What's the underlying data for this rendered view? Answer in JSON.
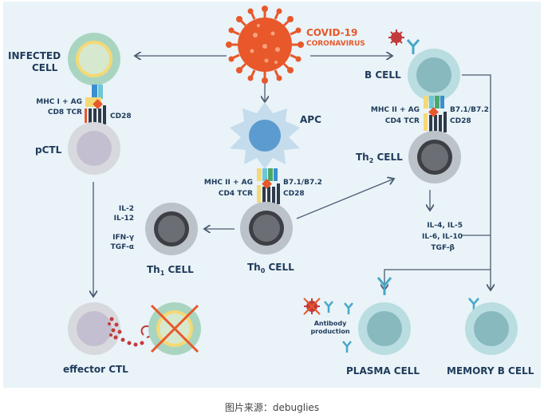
{
  "virus": {
    "title": "COVID-19",
    "subtitle": "CORONAVIRUS"
  },
  "labels": {
    "infected_cell": [
      "INFECTED",
      "CELL"
    ],
    "mhc1_ag": "MHC I + AG",
    "cd8_tcr": "CD8 TCR",
    "cd28_left": "CD28",
    "pctl": "pCTL",
    "apc": "APC",
    "mhc2_ag_center": "MHC II + AG",
    "cd4_tcr_center": "CD4 TCR",
    "b7_center": "B7.1/B7.2",
    "cd28_center": "CD28",
    "th0": "Th",
    "th0_sub": "0",
    "cell_suffix": " CELL",
    "th1": "Th",
    "th1_sub": "1",
    "cytokines_th1": [
      "IL-2",
      "IL-12",
      "IFN-γ",
      "TGF-α"
    ],
    "effector_ctl": "effector CTL",
    "b_cell": "B CELL",
    "mhc2_ag_right": "MHC II + AG",
    "cd4_tcr_right": "CD4 TCR",
    "b7_right": "B7.1/B7.2",
    "cd28_right": "CD28",
    "th2": "Th",
    "th2_sub": "2",
    "cytokines_th2": [
      "IL-4, IL-5",
      "IL-6, IL-10",
      "TGF-β"
    ],
    "antibody_production": [
      "Antibody",
      "production"
    ],
    "plasma_cell": "PLASMA CELL",
    "memory_b_cell": "MEMORY B CELL"
  },
  "caption": "图片来源：debuglies",
  "colors": {
    "background": "#e9f3f8",
    "virus": "#e8582a",
    "virus_text": "#e8582a",
    "label_text": "#1f3a5a",
    "arrow": "#4a5a70",
    "infected_outer": "#a9d5c0",
    "infected_ring": "#f4d977",
    "cell_grey": "#d7d9de",
    "nucleus_grey": "#c4bfd0",
    "teal_outer": "#b9dde1",
    "teal_nucleus": "#88b9bf",
    "th_outer": "#bcc2c9",
    "th_nucleus": "#3d3f44",
    "apc_body": "#c4dcec",
    "apc_nucleus": "#5b9bcf",
    "antibody": "#46a8c8",
    "cross": "#e8582a",
    "blood_dots": "#c23b3b"
  }
}
